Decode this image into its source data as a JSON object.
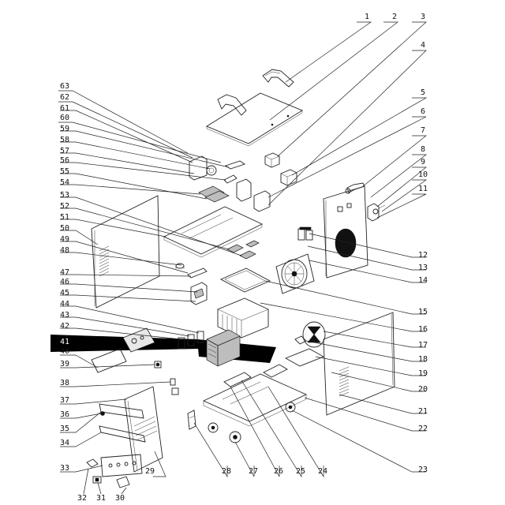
{
  "callouts": {
    "right_top": [
      "1",
      "2",
      "3",
      "4",
      "5",
      "6",
      "7",
      "8",
      "9",
      "10",
      "11"
    ],
    "right_bottom": [
      "12",
      "13",
      "14",
      "15",
      "16",
      "17",
      "18",
      "19",
      "20",
      "21",
      "22",
      "23"
    ],
    "bottom": [
      "24",
      "25",
      "26",
      "27",
      "28",
      "29",
      "30",
      "31",
      "32"
    ],
    "left_bottom": [
      "33",
      "34",
      "35",
      "36",
      "37",
      "38",
      "39",
      "40",
      "41",
      "42",
      "43",
      "44",
      "45",
      "46",
      "47"
    ],
    "left_top": [
      "48",
      "49",
      "50",
      "51",
      "52",
      "53",
      "54",
      "55",
      "56",
      "57",
      "58",
      "59",
      "60",
      "61",
      "62",
      "63"
    ]
  },
  "colors": {
    "ink": "#111111",
    "paper": "#ffffff",
    "band": "#000000"
  }
}
